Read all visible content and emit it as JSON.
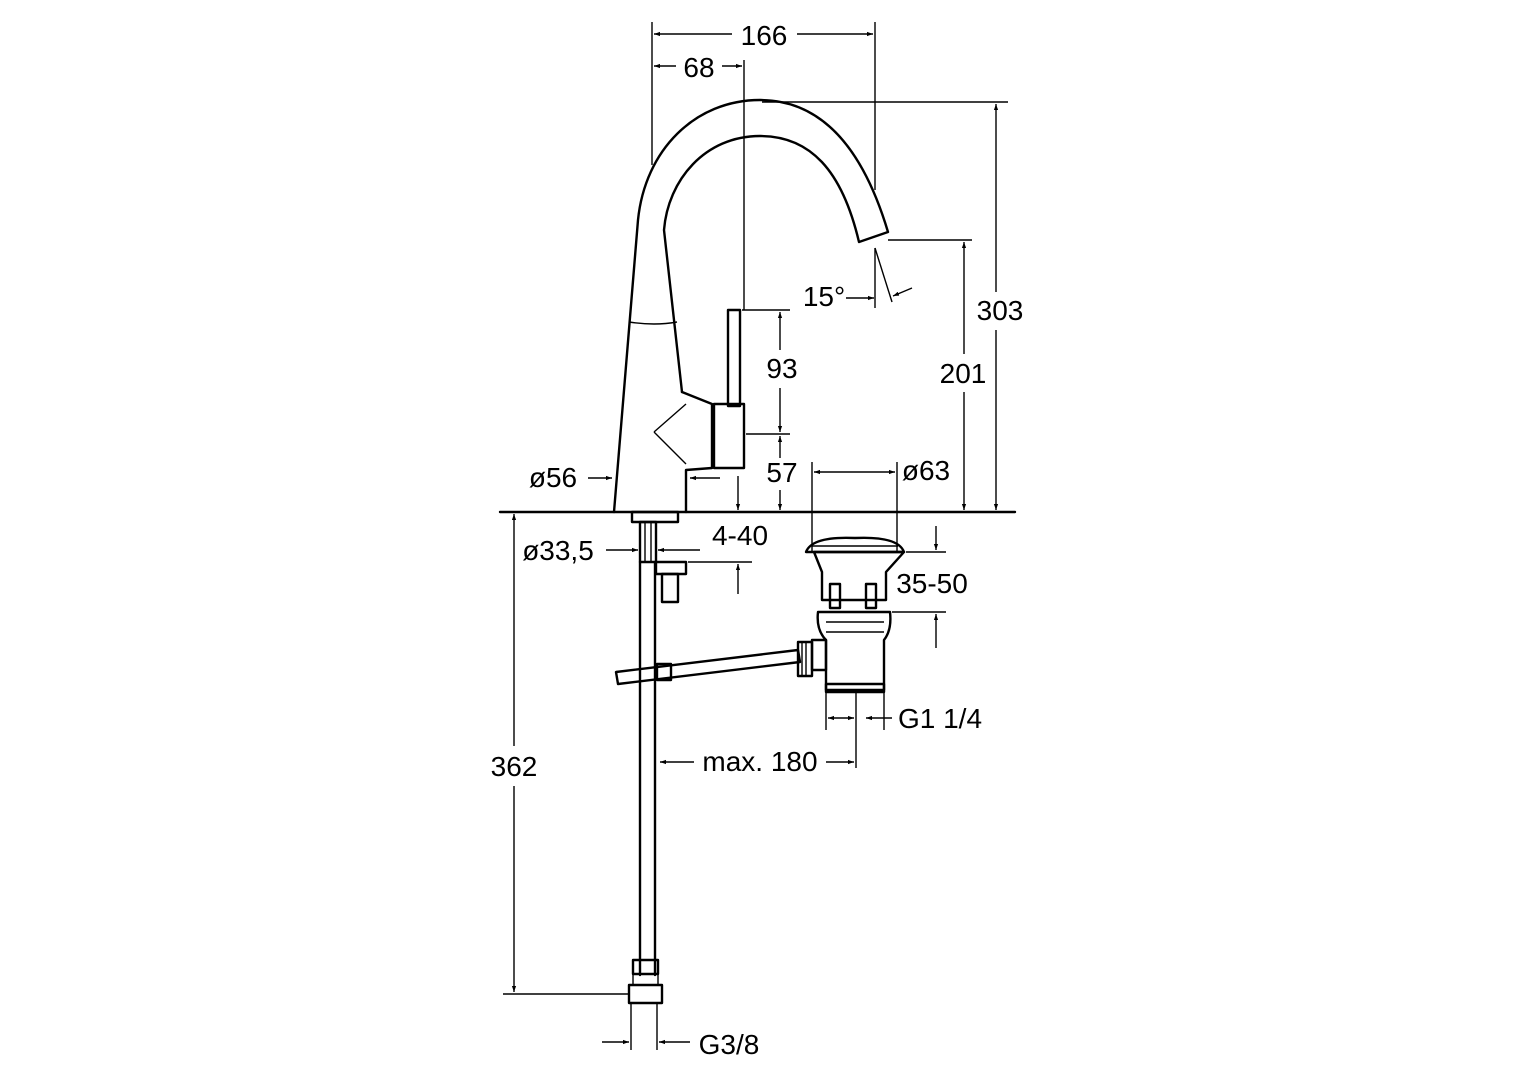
{
  "dimensions": {
    "width_total": "166",
    "offset_top": "68",
    "height_total": "303",
    "spout_height": "201",
    "angle": "15°",
    "lever_height": "93",
    "handle_height": "57",
    "base_diameter": "ø56",
    "drain_diameter": "ø63",
    "shank_diameter": "ø33,5",
    "deck_thickness": "4-40",
    "drain_range": "35-50",
    "drain_thread": "G1 1/4",
    "rod_length": "max. 180",
    "hose_length": "362",
    "hose_thread": "G3/8"
  },
  "colors": {
    "ink": "#000000",
    "paper": "#ffffff"
  }
}
